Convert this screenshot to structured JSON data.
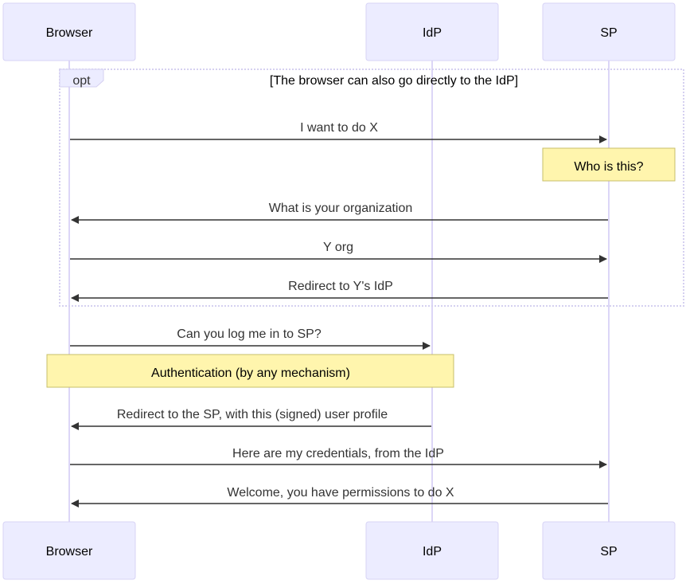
{
  "participants": [
    {
      "id": "browser",
      "label": "Browser"
    },
    {
      "id": "idp",
      "label": "IdP"
    },
    {
      "id": "sp",
      "label": "SP"
    }
  ],
  "opt_block": {
    "label": "opt",
    "condition": "[The browser can also go directly to the IdP]"
  },
  "messages": [
    {
      "from": "browser",
      "to": "sp",
      "text": "I want to do X"
    },
    {
      "from": "sp",
      "to": "browser",
      "text": "What is your organization"
    },
    {
      "from": "browser",
      "to": "sp",
      "text": "Y org"
    },
    {
      "from": "sp",
      "to": "browser",
      "text": "Redirect to Y's IdP"
    },
    {
      "from": "browser",
      "to": "idp",
      "text": "Can you log me in to SP?"
    },
    {
      "from": "idp",
      "to": "browser",
      "text": "Redirect to the SP, with this (signed) user profile"
    },
    {
      "from": "browser",
      "to": "sp",
      "text": "Here are my credentials, from the IdP"
    },
    {
      "from": "sp",
      "to": "browser",
      "text": "Welcome, you have permissions to do X"
    }
  ],
  "notes": [
    {
      "text": "Who is this?",
      "over": [
        "sp"
      ]
    },
    {
      "text": "Authentication (by any mechanism)",
      "over": [
        "browser",
        "idp"
      ]
    }
  ]
}
